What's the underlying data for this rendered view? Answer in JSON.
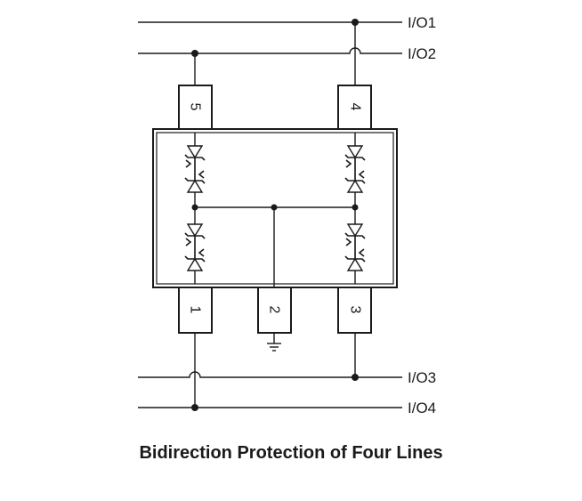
{
  "labels": {
    "io1": "I/O1",
    "io2": "I/O2",
    "io3": "I/O3",
    "io4": "I/O4"
  },
  "pins": {
    "p1": "1",
    "p2": "2",
    "p3": "3",
    "p4": "4",
    "p5": "5"
  },
  "caption": "Bidirection Protection of Four Lines",
  "colors": {
    "ink": "#1a1a1a",
    "background": "#ffffff"
  }
}
